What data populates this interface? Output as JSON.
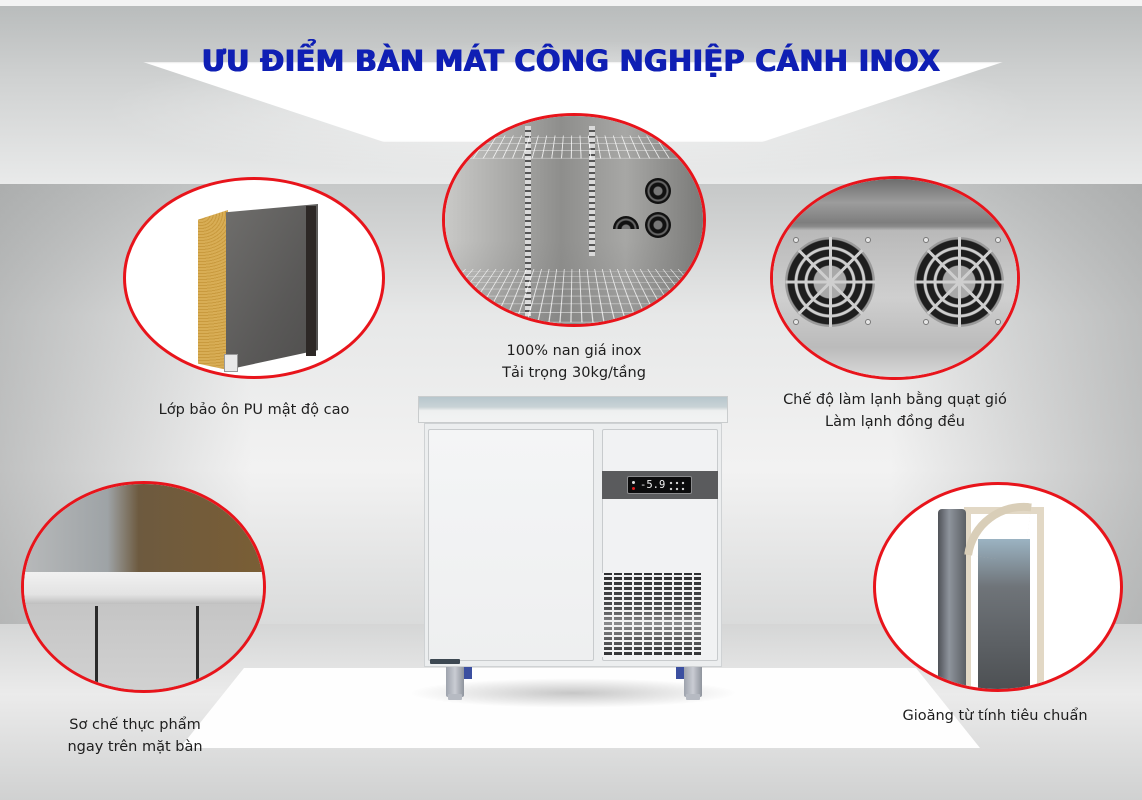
{
  "title": "ƯU ĐIỂM BÀN MÁT CÔNG NGHIỆP CÁNH INOX",
  "colors": {
    "title": "#0f1fb4",
    "circle_border": "#e8141b",
    "caption_text": "#1e1e1e",
    "background": "#dcdddd"
  },
  "features": [
    {
      "id": "pu-insulation",
      "image": "pu-insulation-panel",
      "caption_lines": [
        "Lớp bảo ôn PU mật độ cao"
      ]
    },
    {
      "id": "stainless-shelves",
      "image": "interior-wire-shelves",
      "caption_lines": [
        "100% nan giá inox",
        "Tải trọng 30kg/tầng"
      ]
    },
    {
      "id": "fan-cooling",
      "image": "dual-cooling-fans",
      "caption_lines": [
        "Chế độ làm lạnh bằng quạt gió",
        "Làm lạnh đồng đều"
      ]
    },
    {
      "id": "food-prep-top",
      "image": "countertop-surface",
      "caption_lines": [
        "Sơ chế thực phẩm",
        "ngay trên mặt bàn"
      ]
    },
    {
      "id": "magnetic-gasket",
      "image": "door-magnetic-gasket",
      "caption_lines": [
        "Gioăng từ tính tiêu chuẩn"
      ]
    }
  ],
  "product": {
    "image": "stainless-under-counter-refrigerator",
    "display_reading": "-5.9"
  }
}
